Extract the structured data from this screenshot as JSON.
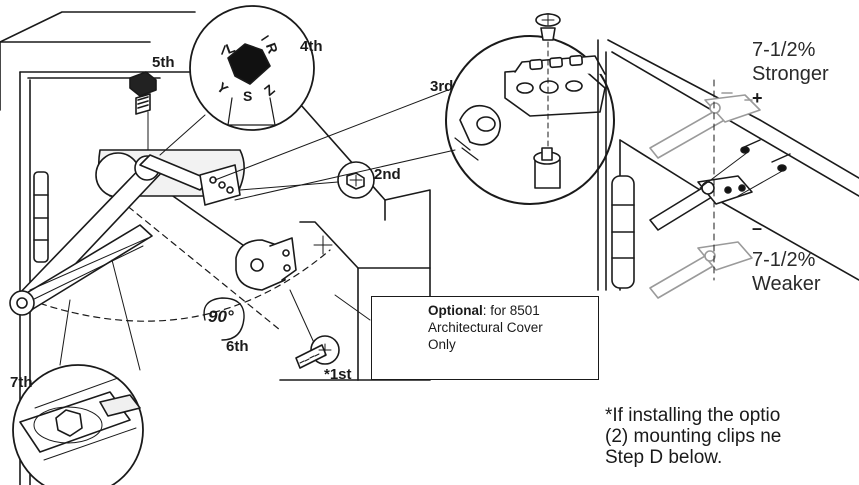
{
  "steps": {
    "first": "*1st",
    "second": "2nd",
    "third": "3rd",
    "fourth": "4th",
    "fifth": "5th",
    "sixth": "6th",
    "seventh": "7th"
  },
  "angle_label": "90°",
  "dial_letters": {
    "l": "L",
    "r": "R",
    "s": "S",
    "y": "Y",
    "z": "Z"
  },
  "optional_box": {
    "bold": "Optional",
    "rest": ": for 8501",
    "line2": "Architectural Cover",
    "line3": "Only"
  },
  "adjustment": {
    "stronger_pct": "7-1/2%",
    "stronger_word": "Stronger",
    "plus": "+",
    "minus": "–",
    "weaker_pct": "7-1/2%",
    "weaker_word": "Weaker"
  },
  "footnote": {
    "line1": "*If installing the optio",
    "line2": "(2) mounting clips ne",
    "line3": "Step D below."
  }
}
